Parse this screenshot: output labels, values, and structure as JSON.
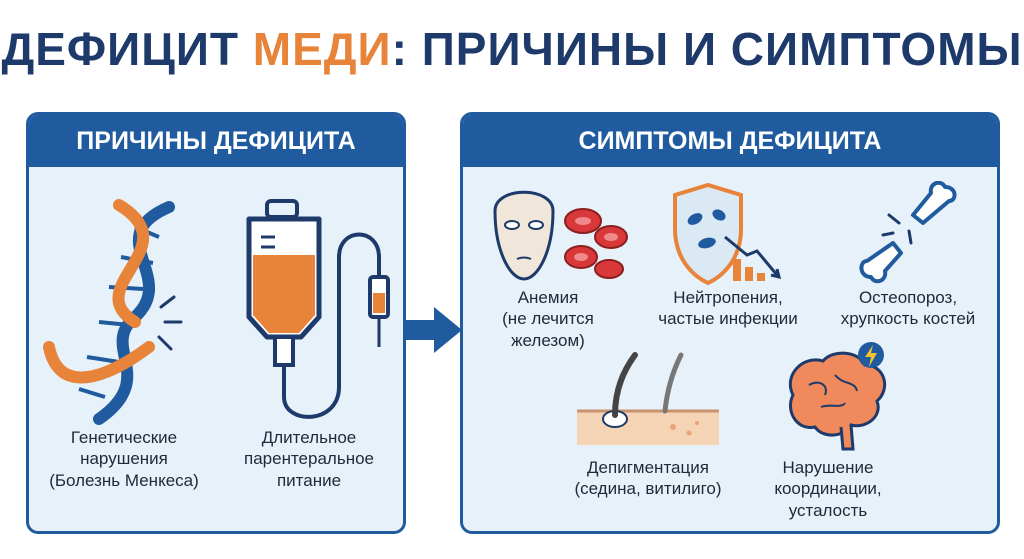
{
  "title": {
    "part1": "ДЕФИЦИТ ",
    "accent": "МЕДИ",
    "part2": ": ПРИЧИНЫ И СИМПТОМЫ"
  },
  "causes": {
    "header": "ПРИЧИНЫ ДЕФИЦИТА",
    "items": [
      {
        "lines": [
          "Генетические",
          "нарушения",
          "(Болезнь Менкеса)"
        ],
        "icon": "dna-icon"
      },
      {
        "lines": [
          "Длительное",
          "парентеральное",
          "питание"
        ],
        "icon": "iv-drip-icon"
      }
    ]
  },
  "symptoms": {
    "header": "СИМПТОМЫ ДЕФИЦИТА",
    "items": [
      {
        "lines": [
          "Анемия",
          "(не лечится",
          "железом)"
        ],
        "icon": "pale-face-blood-cells-icon"
      },
      {
        "lines": [
          "Нейтропения,",
          "частые инфекции"
        ],
        "icon": "shield-bacteria-icon"
      },
      {
        "lines": [
          "Остеопороз,",
          "хрупкость костей"
        ],
        "icon": "broken-bone-icon"
      },
      {
        "lines": [
          "Депигментация",
          "(седина, витилиго)"
        ],
        "icon": "hair-skin-icon"
      },
      {
        "lines": [
          "Нарушение",
          "координации,",
          "усталость"
        ],
        "icon": "brain-lightning-icon"
      }
    ]
  },
  "colors": {
    "navy": "#1d3a6b",
    "blue": "#1f5b9e",
    "orange": "#e8833a",
    "panel_bg": "#e6f1f9"
  }
}
